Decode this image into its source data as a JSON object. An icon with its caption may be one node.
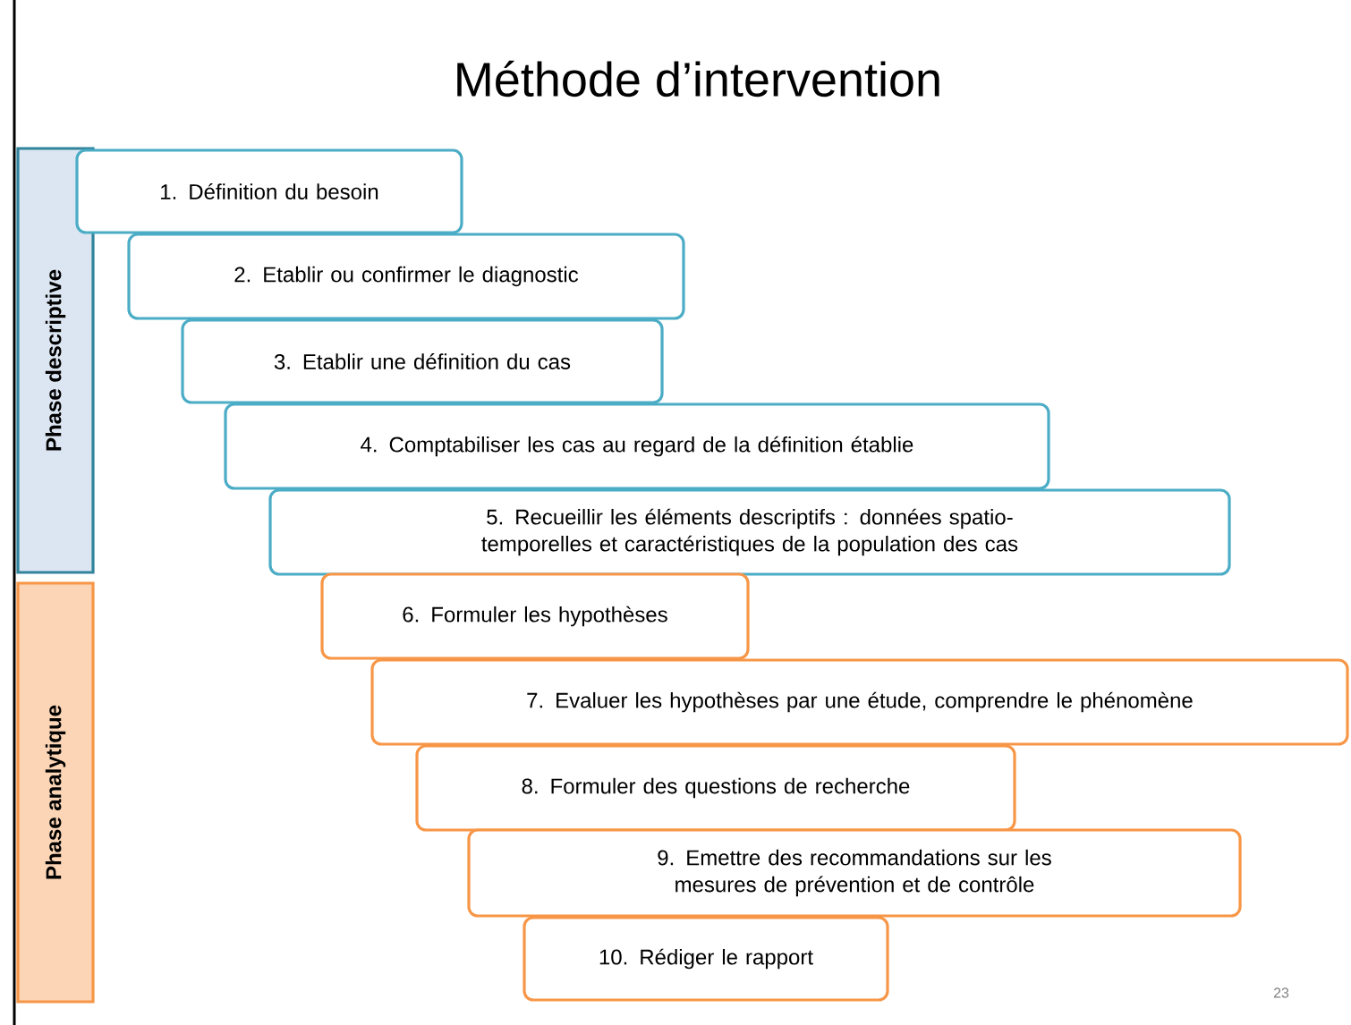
{
  "diagram": {
    "title": "Méthode d’intervention",
    "nodes": [
      {
        "text": [
          "Phase descriptive"
        ]
      },
      {
        "text": [
          "Phase analytique"
        ]
      },
      {
        "text": [
          "1. Définition du besoin"
        ]
      },
      {
        "text": [
          "2. Etablir ou confirmer le diagnostic"
        ]
      },
      {
        "text": [
          "3. Etablir une définition du cas"
        ]
      },
      {
        "text": [
          "4. Comptabiliser les cas au regard de la définition établie"
        ]
      },
      {
        "text": [
          "5. Recueillir les éléments descriptifs : données spatio-temporelles et caractéristiques de la population des cas"
        ]
      },
      {
        "text": [
          "6. Formuler les hypothèses"
        ]
      },
      {
        "text": [
          "7. Evaluer les hypothèses par une étude, comprendre le phénomène"
        ]
      },
      {
        "text": [
          "8. Formuler des questions de recherche"
        ]
      },
      {
        "text": [
          "9. Emettre des recommandations sur les mesures de prévention et de contrôle"
        ]
      },
      {
        "text": [
          "10. Rédiger le rapport"
        ]
      }
    ],
    "labels": [
      "23"
    ]
  }
}
